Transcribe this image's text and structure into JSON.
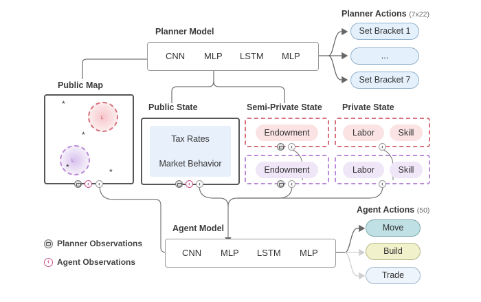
{
  "planner_actions": {
    "title": "Planner Actions",
    "count": "(7x22)",
    "items": [
      "Set Bracket 1",
      "...",
      "Set Bracket 7"
    ]
  },
  "planner_model": {
    "title": "Planner Model",
    "layers": [
      "CNN",
      "MLP",
      "LSTM",
      "MLP"
    ]
  },
  "public_map": {
    "title": "Public Map"
  },
  "public_state": {
    "title": "Public State",
    "items": [
      "Tax Rates",
      "Market Behavior"
    ]
  },
  "semi_private_state": {
    "title": "Semi-Private State",
    "items": [
      "Endowment",
      "Endowment"
    ]
  },
  "private_state": {
    "title": "Private State",
    "rows": [
      {
        "labor": "Labor",
        "skill": "Skill"
      },
      {
        "labor": "Labor",
        "skill": "Skill"
      }
    ]
  },
  "agent_actions": {
    "title": "Agent Actions",
    "count": "(50)",
    "items": [
      "Move",
      "Build",
      "Trade"
    ]
  },
  "agent_model": {
    "title": "Agent Model",
    "layers": [
      "CNN",
      "MLP",
      "LSTM",
      "MLP"
    ]
  },
  "legend": {
    "planner": "Planner Observations",
    "agent": "Agent Observations"
  },
  "colors": {
    "red_agent": "#d6707c",
    "purple_agent": "#b98ad6",
    "planner_action": "#e4f0fb",
    "move": "#bfe0e4",
    "build": "#f1f1cc"
  },
  "icons": [
    "planner-observation-icon",
    "agent-observation-icon",
    "arrow-icon"
  ]
}
